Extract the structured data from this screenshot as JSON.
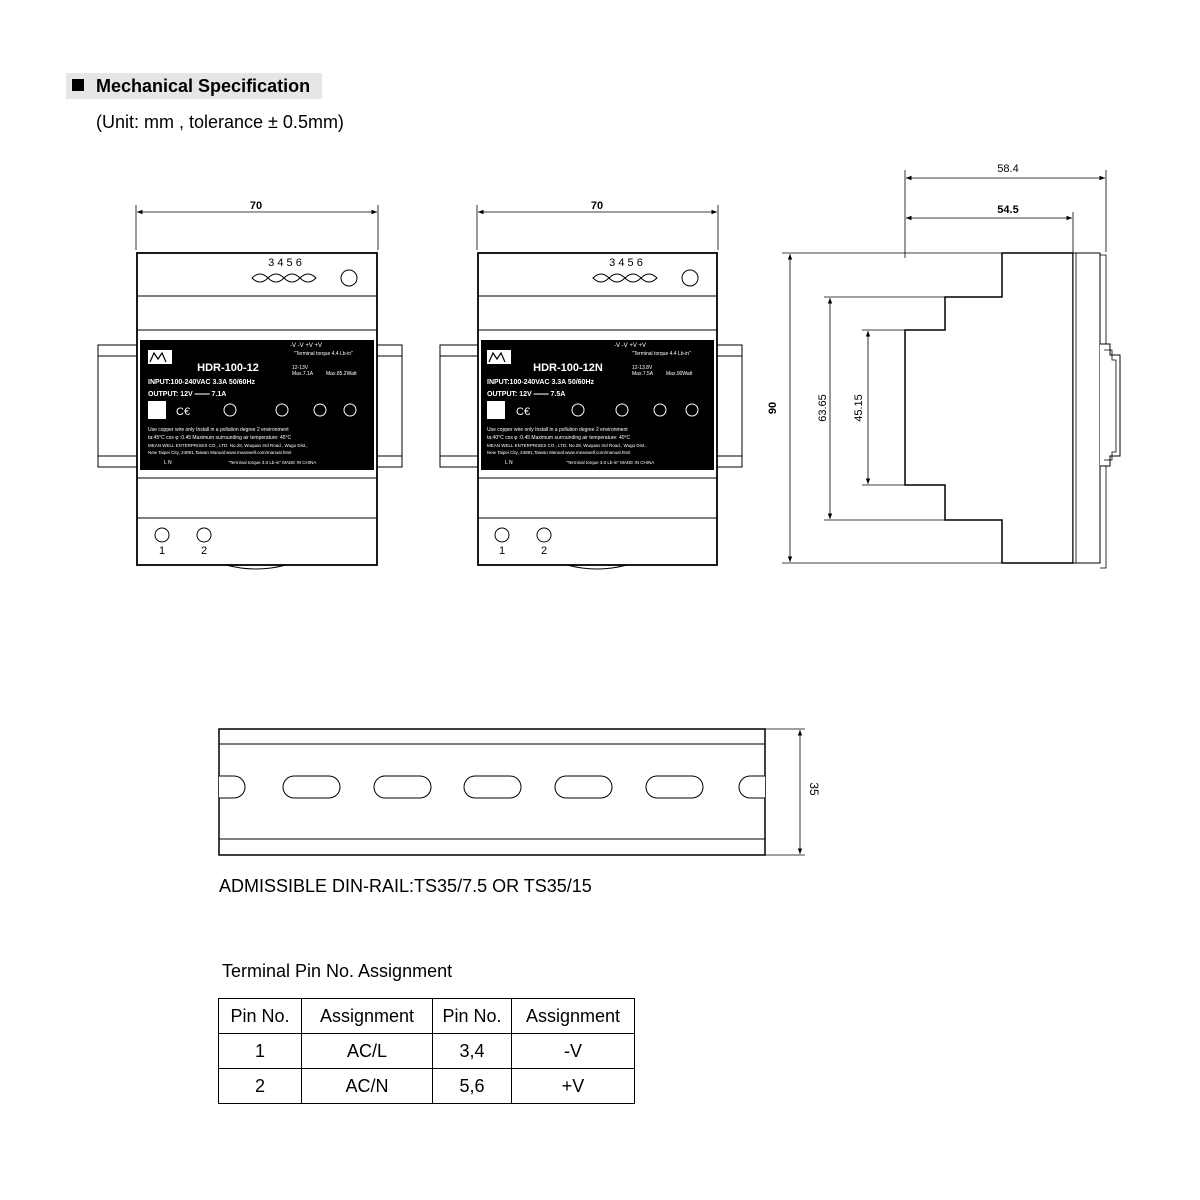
{
  "header": {
    "title": "Mechanical Specification",
    "unit_note": "(Unit: mm , tolerance ± 0.5mm)"
  },
  "dims": {
    "front_width_a": "70",
    "front_width_b": "70",
    "side_depth_total": "58.4",
    "side_depth_body": "54.5",
    "height_total": "90",
    "height_mid": "63.65",
    "height_inner": "45.15",
    "rail_height": "35"
  },
  "front_a": {
    "top_pins": "3 4 5 6",
    "bottom_pin_1": "1",
    "bottom_pin_2": "2",
    "pin_labels": "-V   -V   +V   +V",
    "model": "HDR-100-12",
    "rating": "12-13V",
    "max_current": "Max.7.1A",
    "max_power": "Max.85.2Watt",
    "input": "INPUT:100-240VAC 3.3A 50/60Hz",
    "output": "OUTPUT: 12V ═══ 7.1A",
    "note_1": "Use copper wire only     Install in a pollution degree 2 environment",
    "note_2": "ta:45°C   cos φ :0.45     Maximum surrounding air temperature: 45°C",
    "maker": "MEAN WELL ENTERPRISES CO., LTD.  No.28, Wuquan 3rd Road., Wugu Dist.,",
    "city": "New Taipei City, 24891,Taiwan   Manual:www.meanwell.com/manual.html",
    "ln": "L        N",
    "torque_bottom": "\"Terminal torque 3.0 Lb-in\"    MADE IN CHINA",
    "torque_top": "\"Terminal torque 4.4 Lb-in\"",
    "brand": "MEAN WELL"
  },
  "front_b": {
    "top_pins": "3 4 5 6",
    "bottom_pin_1": "1",
    "bottom_pin_2": "2",
    "pin_labels": "-V   -V   +V   +V",
    "model": "HDR-100-12N",
    "rating": "12-13.8V",
    "max_current": "Max.7.5A",
    "max_power": "Max.90Watt",
    "input": "INPUT:100-240VAC 3.3A 50/60Hz",
    "output": "OUTPUT: 12V ═══ 7.5A",
    "note_1": "Use copper wire only     Install in a pollution degree 2 environment",
    "note_2": "ta:40°C   cos φ :0.45     Maximum surrounding air temperature: 40°C",
    "maker": "MEAN WELL ENTERPRISES CO., LTD.  No.28, Wuquan 3rd Road., Wugu Dist.,",
    "city": "New Taipei City, 24891,Taiwan   Manual:www.meanwell.com/manual.html",
    "ln": "L        N",
    "torque_bottom": "\"Terminal torque 3.0 Lb-in\"    MADE IN CHINA",
    "torque_top": "\"Terminal torque 4.4 Lb-in\"",
    "brand": "MEAN WELL"
  },
  "rail": {
    "caption": "ADMISSIBLE DIN-RAIL:TS35/7.5 OR TS35/15"
  },
  "pin_table": {
    "title": "Terminal Pin No.  Assignment",
    "headers": [
      "Pin No.",
      "Assignment",
      "Pin No.",
      "Assignment"
    ],
    "rows": [
      [
        "1",
        "AC/L",
        "3,4",
        "-V"
      ],
      [
        "2",
        "AC/N",
        "5,6",
        "+V"
      ]
    ]
  }
}
